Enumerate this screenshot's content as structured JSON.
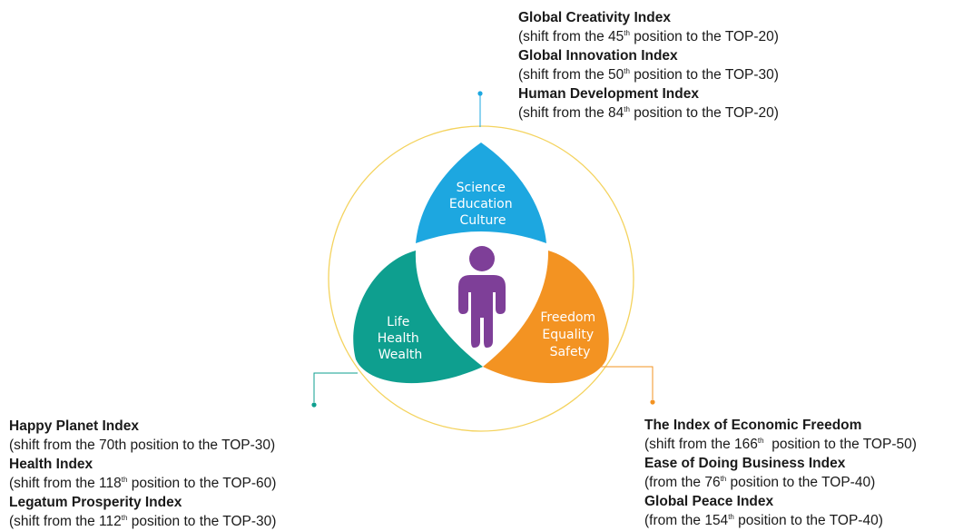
{
  "colors": {
    "science": "#1da7e0",
    "life": "#0e9f8f",
    "freedom": "#f39322",
    "figure": "#7e3f98",
    "outer_circle": "#f4d35e",
    "connector_blue": "#1da7e0",
    "connector_teal": "#0e9f8f",
    "connector_orange": "#f39322"
  },
  "petals": {
    "science": [
      "Science",
      "Education",
      "Culture"
    ],
    "life": [
      "Life",
      "Health",
      "Wealth"
    ],
    "freedom": [
      "Freedom",
      "Equality",
      "Safety"
    ]
  },
  "center_icon": "person-icon",
  "top_block": [
    {
      "title": "Global Creativity Index",
      "pre": "(shift from the 45",
      "sup": "th",
      "post": " position to the TOP-20)"
    },
    {
      "title": "Global Innovation Index",
      "pre": "(shift from the 50",
      "sup": "th",
      "post": " position to the TOP-30)"
    },
    {
      "title": "Human Development Index",
      "pre": "(shift from the 84",
      "sup": "th",
      "post": " position to the TOP-20)"
    }
  ],
  "left_block": [
    {
      "title": "Happy Planet Index",
      "pre": "(shift from the 70th position to the TOP-30)",
      "sup": "",
      "post": ""
    },
    {
      "title": "Health Index",
      "pre": "(shift from the 118",
      "sup": "th",
      "post": " position to the TOP-60)"
    },
    {
      "title": "Legatum Prosperity Index",
      "pre": "(shift from the 112",
      "sup": "th",
      "post": " position to the TOP-30)"
    }
  ],
  "right_block": [
    {
      "title": "The Index of Economic Freedom",
      "pre": "(shift from the 166",
      "sup": "th",
      "post": "  position to the TOP-50)"
    },
    {
      "title": "Ease of Doing Business Index",
      "pre": "(from the 76",
      "sup": "th",
      "post": " position to the TOP-40)"
    },
    {
      "title": "Global Peace Index",
      "pre": "(from the 154",
      "sup": "th",
      "post": " position to the TOP-40)"
    }
  ]
}
